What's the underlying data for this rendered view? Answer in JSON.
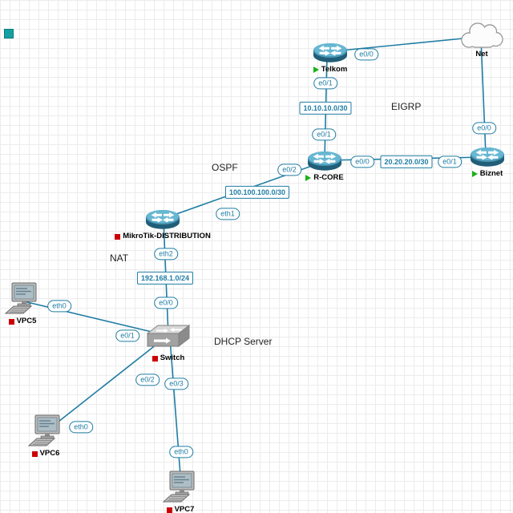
{
  "colors": {
    "link": "#1f7da3",
    "label_accent": "#1f7da3",
    "running_marker": "#19b219",
    "stopped_marker": "#cc0000",
    "corner_square": "#14a0a0",
    "grid_line": "#ececec"
  },
  "nodes": {
    "net": {
      "type": "cloud",
      "label": "Net"
    },
    "telkom": {
      "type": "router",
      "label": "Telkom",
      "status": "running"
    },
    "rcore": {
      "type": "router",
      "label": "R-CORE",
      "status": "running"
    },
    "biznet": {
      "type": "router",
      "label": "Biznet",
      "status": "running"
    },
    "mikrotik": {
      "type": "router",
      "label": "MikroTik-DISTRIBUTION",
      "status": "stopped"
    },
    "switch": {
      "type": "switch",
      "label": "Switch",
      "status": "stopped"
    },
    "vpc5": {
      "type": "pc",
      "label": "VPC5",
      "status": "stopped"
    },
    "vpc6": {
      "type": "pc",
      "label": "VPC6",
      "status": "stopped"
    },
    "vpc7": {
      "type": "pc",
      "label": "VPC7",
      "status": "stopped"
    }
  },
  "interfaces": {
    "telkom_net": "e0/0",
    "telkom_rcore": "e0/1",
    "rcore_telkom": "e0/1",
    "rcore_biznet": "e0/0",
    "biznet_rcore": "e0/1",
    "biznet_net": "e0/0",
    "rcore_mikrotik": "e0/2",
    "mikrotik_rcore": "eth1",
    "mikrotik_switch": "eth2",
    "switch_mikrotik": "e0/0",
    "switch_vpc5": "e0/1",
    "switch_vpc6": "e0/2",
    "switch_vpc7": "e0/3",
    "vpc5_switch": "eth0",
    "vpc6_switch": "eth0",
    "vpc7_switch": "eth0"
  },
  "subnets": {
    "telkom_rcore": "10.10.10.0/30",
    "rcore_biznet": "20.20.20.0/30",
    "rcore_mikrotik": "100.100.100.0/30",
    "mikrotik_switch": "192.168.1.0/24"
  },
  "annotations": {
    "eigrp": "EIGRP",
    "ospf": "OSPF",
    "nat": "NAT",
    "dhcp_server": "DHCP Server"
  }
}
